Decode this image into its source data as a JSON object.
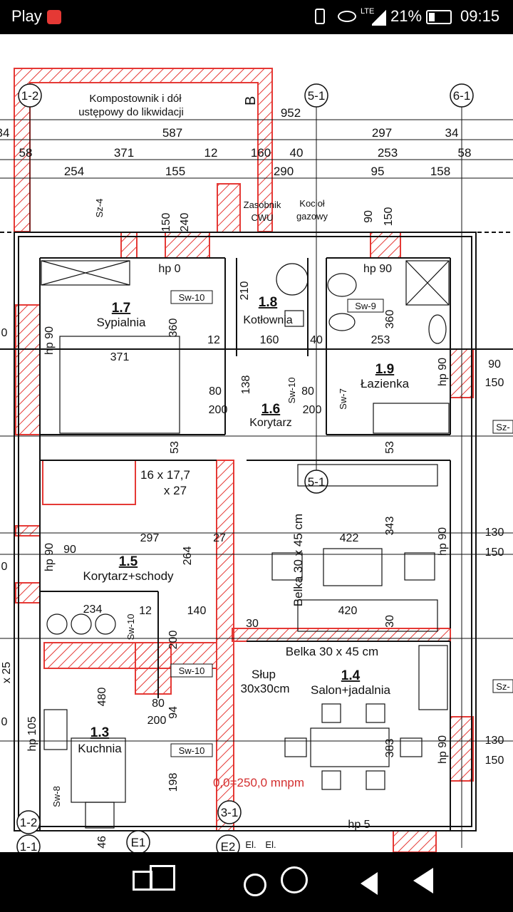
{
  "status_bar": {
    "app_label": "Play",
    "network": "LTE",
    "battery": "21%",
    "time": "09:15"
  },
  "plan": {
    "annotations": {
      "kompost_line1": "Kompostownik i dół",
      "kompost_line2": "ustępowy do likwidacji",
      "section_b": "B",
      "zasobnik": "Zasobnik",
      "cwu": "CWU",
      "kociol": "Kocioł",
      "gazowy": "gazowy",
      "level": "0,0=250,0 mnpm",
      "belka1": "Belka 30 x 45 cm",
      "belka2": "Belka 30 x 45 cm",
      "slup": "Słup",
      "slup_size": "30x30cm",
      "stairs1": "16 x 17,7",
      "stairs2": "x 27"
    },
    "axes": [
      "1-2",
      "5-1",
      "6-1",
      "5-1",
      "1-2",
      "3-1",
      "1-1",
      "E1",
      "E2"
    ],
    "rooms": [
      {
        "number": "1.7",
        "name": "Sypialnia"
      },
      {
        "number": "1.8",
        "name": "Kotłownia"
      },
      {
        "number": "1.9",
        "name": "Łazienka"
      },
      {
        "number": "1.6",
        "name": "Korytarz"
      },
      {
        "number": "1.5",
        "name": "Korytarz+schody"
      },
      {
        "number": "1.4",
        "name": "Salon+jadalnia"
      },
      {
        "number": "1.3",
        "name": "Kuchnia"
      }
    ],
    "dims_top": {
      "row1": [
        "952"
      ],
      "row2": [
        "34",
        "587",
        "297",
        "34"
      ],
      "row3": [
        "58",
        "371",
        "12",
        "160",
        "40",
        "253",
        "58"
      ],
      "row4": [
        "254",
        "155",
        "290",
        "95",
        "158"
      ]
    },
    "tags": [
      "Sz-4",
      "Sw-10",
      "Sw-9",
      "Sw-10",
      "Sw-7",
      "Sw-10",
      "Sw-10",
      "Sw-10",
      "Sw-8",
      "Sz-",
      "Sz-"
    ],
    "dims_inner": {
      "d150": "150",
      "d240": "240",
      "d90": "90",
      "d150b": "150",
      "hp0": "hp 0",
      "hp90": "hp 90",
      "hp5": "hp 5",
      "hp105": "hp 105",
      "d210": "210",
      "d360a": "360",
      "d360b": "360",
      "d12": "12",
      "d371": "371",
      "d160": "160",
      "d40": "40",
      "d253": "253",
      "d80": "80",
      "d200": "200",
      "d138": "138",
      "d80b": "80",
      "d12b": "12",
      "d200b": "200",
      "d53": "53",
      "d53b": "53",
      "d297": "297",
      "d27": "27",
      "d422": "422",
      "d343": "343",
      "d264": "264",
      "d234": "234",
      "d140": "140",
      "d420": "420",
      "d30": "30",
      "d30b": "30",
      "d480": "480",
      "d94": "94",
      "d383": "383",
      "d198": "198",
      "d46": "46",
      "d130": "130",
      "d150c": "150",
      "d130b": "130",
      "d150d": "150",
      "d90r": "90",
      "d150r": "150",
      "d25": "x 25",
      "d0": "0",
      "El": "El.",
      "El2": "El."
    }
  },
  "colors": {
    "hatch_red": "#e53935",
    "line_black": "#111111",
    "level_red": "#d32f2f"
  }
}
